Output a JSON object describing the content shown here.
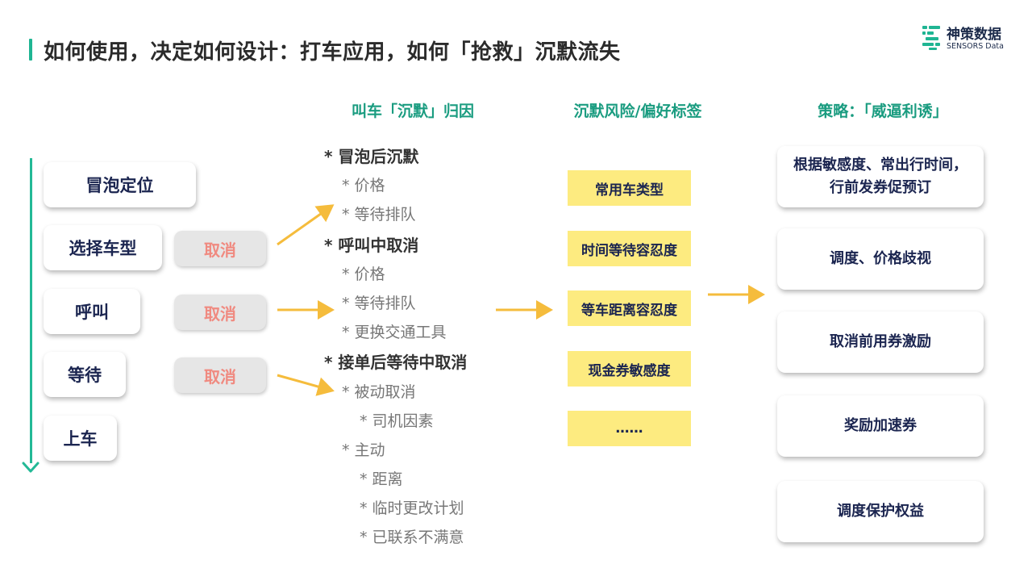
{
  "header": {
    "title": "如何使用，决定如何设计：打车应用，如何「抢救」沉默流失"
  },
  "logo": {
    "cn": "神策数据",
    "en": "SENSORS Data"
  },
  "columns": {
    "attribution": "叫车「沉默」归因",
    "tags": "沉默风险/偏好标签",
    "strategy": "策略：「威逼利诱」"
  },
  "stages": [
    {
      "label": "冒泡定位"
    },
    {
      "label": "选择车型",
      "cancel": "取消"
    },
    {
      "label": "呼叫",
      "cancel": "取消"
    },
    {
      "label": "等待",
      "cancel": "取消"
    },
    {
      "label": "上车"
    }
  ],
  "reasons": [
    {
      "text": "* 冒泡后沉默",
      "level": 0
    },
    {
      "text": "* 价格",
      "level": 1
    },
    {
      "text": "* 等待排队",
      "level": 1
    },
    {
      "text": "* 呼叫中取消",
      "level": 0
    },
    {
      "text": "* 价格",
      "level": 1
    },
    {
      "text": "* 等待排队",
      "level": 1
    },
    {
      "text": "* 更换交通工具",
      "level": 1
    },
    {
      "text": "* 接单后等待中取消",
      "level": 0
    },
    {
      "text": "* 被动取消",
      "level": 1
    },
    {
      "text": "* 司机因素",
      "level": 2
    },
    {
      "text": "* 主动",
      "level": 1
    },
    {
      "text": "* 距离",
      "level": 2
    },
    {
      "text": "* 临时更改计划",
      "level": 2
    },
    {
      "text": "* 已联系不满意",
      "level": 2
    }
  ],
  "tags": [
    {
      "label": "常用车类型"
    },
    {
      "label": "时间等待容忍度"
    },
    {
      "label": "等车距离容忍度"
    },
    {
      "label": "现金券敏感度"
    },
    {
      "label": "……"
    }
  ],
  "strategies": [
    {
      "line1": "根据敏感度、常出行时间，",
      "line2": "行前发券促预订"
    },
    {
      "line1": "调度、价格歧视",
      "line2": ""
    },
    {
      "line1": "取消前用券激励",
      "line2": ""
    },
    {
      "line1": "奖励加速券",
      "line2": ""
    },
    {
      "line1": "调度保护权益",
      "line2": ""
    }
  ],
  "colors": {
    "accent": "#1fb593",
    "heading": "#1a9c80",
    "arrow": "#f5bc3c",
    "tag_fill": "#fdeb80",
    "cancel_text": "#f08a80"
  }
}
